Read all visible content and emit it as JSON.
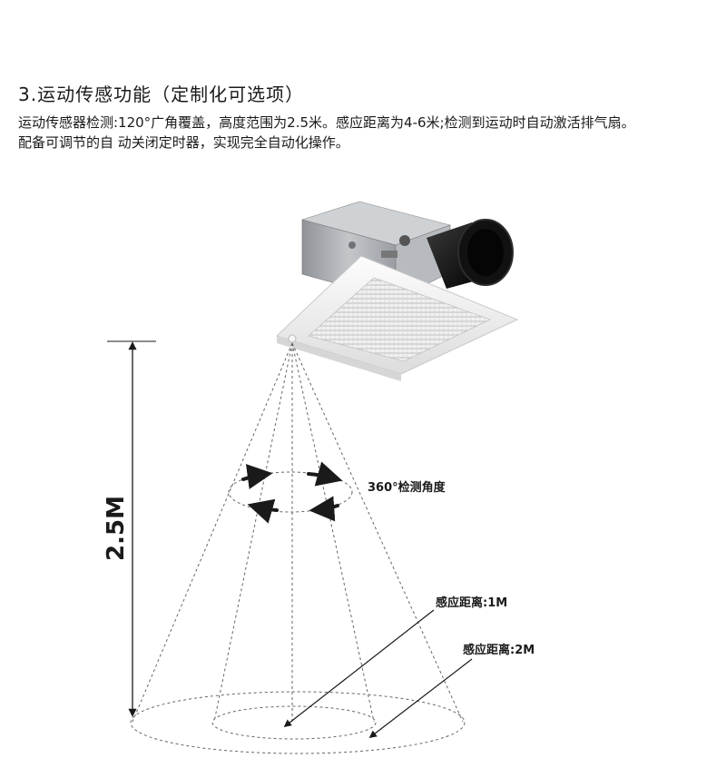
{
  "section": {
    "title": "3.运动传感功能（定制化可选项）",
    "description_lines": [
      "运动传感器检测:120°广角覆盖，高度范围为2.5米。感应距离为4-6米;检测到运动时自动激活排气扇。",
      "配备可调节的自 动关闭定时器，实现完全自动化操作。"
    ]
  },
  "diagram": {
    "height_label": "2.5M",
    "rotation_label": "360°检测角度",
    "range_labels": [
      "感应距离:1M",
      "感应距离:2M"
    ]
  },
  "icons": {
    "product": "exhaust-fan-icon",
    "rotation_arrows": "curved-arrow-icon"
  },
  "colors": {
    "text": "#1a1a1a",
    "dashed_line": "#666666",
    "grille": "#e8e8e8",
    "housing": "#a9adb1",
    "duct": "#111111"
  }
}
